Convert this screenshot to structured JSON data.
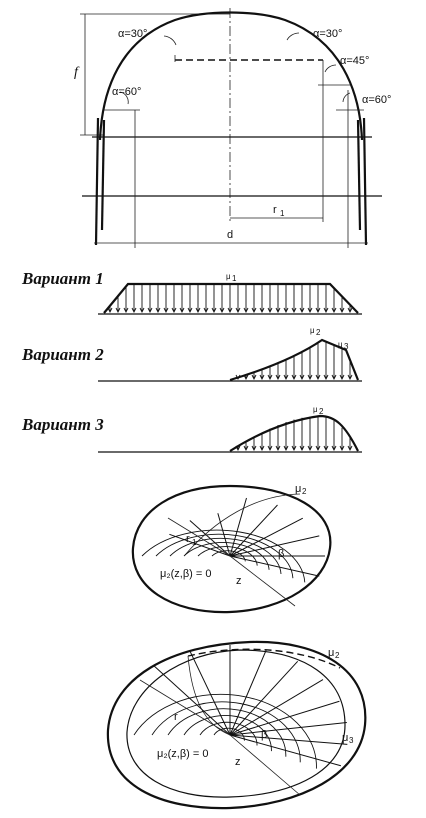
{
  "top": {
    "f_label": "f",
    "alpha_top_left": "α=30°",
    "alpha_top_right": "α=30°",
    "alpha_mid_right": "α=45°",
    "alpha_low_left": "α=60°",
    "alpha_low_right": "α=60°",
    "r_label": "r",
    "r_sub": "1",
    "d_label": "d"
  },
  "variants": [
    {
      "label": "Вариант  1",
      "mu": "μ",
      "mu_sub": "1"
    },
    {
      "label": "Вариант  2",
      "mu": "μ",
      "mu_sub": "2",
      "mu2": "μ",
      "mu2_sub": "3"
    },
    {
      "label": "Вариант  3",
      "mu": "μ",
      "mu_sub": "2"
    }
  ],
  "domes": [
    {
      "mu": "μ",
      "mu_sub": "2",
      "r": "r",
      "r_sub": "1",
      "beta": "β",
      "z": "z",
      "formula": "μ₂(z,β) = 0"
    },
    {
      "mu": "μ",
      "mu_sub": "2",
      "mu2": "μ",
      "mu2_sub": "3",
      "r": "r",
      "beta": "β",
      "z": "z",
      "formula": "μ₂(z,β) = 0"
    }
  ]
}
